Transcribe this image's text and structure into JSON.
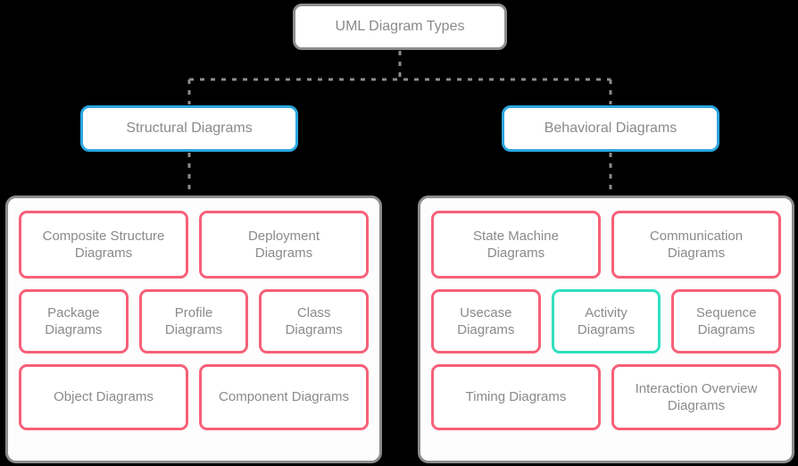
{
  "diagram": {
    "title": "UML Diagram Types",
    "colors": {
      "root_border": "#8C8C8C",
      "branch_border": "#2BA7E0",
      "leaf_border": "#F76078",
      "highlight_border": "#2EE0BE",
      "text": "#8A8A8A",
      "connector": "#8C8C8C",
      "background": "#000000",
      "node_fill": "#FFFFFF"
    },
    "root": {
      "label": "UML Diagram Types"
    },
    "branches": [
      {
        "id": "structural",
        "label": "Structural Diagrams",
        "rows": [
          [
            {
              "label": "Composite Structure Diagrams",
              "highlighted": false
            },
            {
              "label": "Deployment Diagrams",
              "highlighted": false
            }
          ],
          [
            {
              "label": "Package Diagrams",
              "highlighted": false
            },
            {
              "label": "Profile Diagrams",
              "highlighted": false
            },
            {
              "label": "Class Diagrams",
              "highlighted": false
            }
          ],
          [
            {
              "label": "Object Diagrams",
              "highlighted": false
            },
            {
              "label": "Component Diagrams",
              "highlighted": false
            }
          ]
        ]
      },
      {
        "id": "behavioral",
        "label": "Behavioral Diagrams",
        "rows": [
          [
            {
              "label": "State Machine Diagrams",
              "highlighted": false
            },
            {
              "label": "Communication Diagrams",
              "highlighted": false
            }
          ],
          [
            {
              "label": "Usecase Diagrams",
              "highlighted": false
            },
            {
              "label": "Activity Diagrams",
              "highlighted": true
            },
            {
              "label": "Sequence Diagrams",
              "highlighted": false
            }
          ],
          [
            {
              "label": "Timing Diagrams",
              "highlighted": false
            },
            {
              "label": "Interaction Overview Diagrams",
              "highlighted": false
            }
          ]
        ]
      }
    ],
    "leaf_text": {
      "structural": {
        "composite_structure_line1": "Composite Structure",
        "composite_structure_line2": "Diagrams",
        "deployment_line1": "Deployment",
        "deployment_line2": "Diagrams",
        "package_line1": "Package",
        "package_line2": "Diagrams",
        "profile_line1": "Profile",
        "profile_line2": "Diagrams",
        "class_line1": "Class",
        "class_line2": "Diagrams",
        "object": "Object Diagrams",
        "component": "Component Diagrams"
      },
      "behavioral": {
        "state_machine_line1": "State Machine",
        "state_machine_line2": "Diagrams",
        "communication_line1": "Communication",
        "communication_line2": "Diagrams",
        "usecase_line1": "Usecase",
        "usecase_line2": "Diagrams",
        "activity_line1": "Activity",
        "activity_line2": "Diagrams",
        "sequence_line1": "Sequence",
        "sequence_line2": "Diagrams",
        "timing": "Timing Diagrams",
        "interaction_overview_line1": "Interaction Overview",
        "interaction_overview_line2": "Diagrams"
      }
    }
  }
}
